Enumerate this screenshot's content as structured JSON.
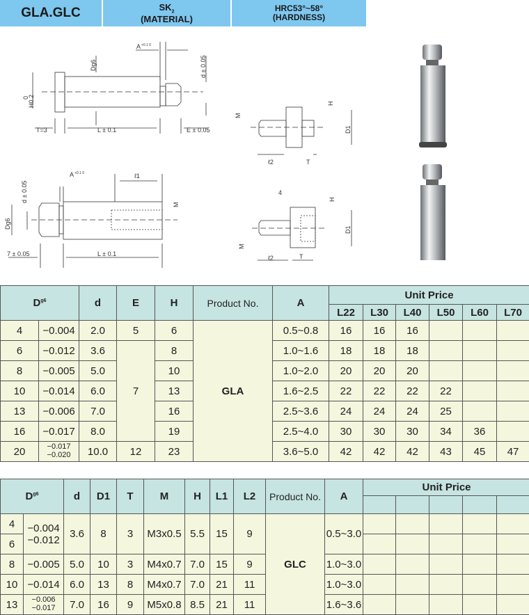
{
  "header": {
    "title": "GLA.GLC",
    "material": "SK",
    "material_sub": "2",
    "material_label": "(MATERIAL)",
    "hardness": "HRC53°~58°",
    "hardness_label": "(HARDNESS)"
  },
  "drawings": {
    "gla_top": {
      "dg6": "Dg6",
      "a": "A",
      "a_tol": "+0.1 0",
      "d": "d ± 0.05",
      "h": "H0.2",
      "h0": "0",
      "t": "T=3",
      "l": "L ± 0.1",
      "e": "E ± 0.05"
    },
    "gla_bottom": {
      "d": "d ± 0.05",
      "a": "A",
      "a_tol": "+0.1 0",
      "l1": "ℓ1",
      "dg6": "Dg6",
      "m": "M",
      "seven": "7 ± 0.05",
      "l": "L ± 0.1"
    },
    "glc_top": {
      "m": "M",
      "h": "H",
      "d1": "D1",
      "l2": "ℓ2",
      "t": "T"
    },
    "glc_bottom": {
      "four": "4",
      "h": "H",
      "d1": "D1",
      "m": "M",
      "l2": "ℓ2",
      "t": "T"
    }
  },
  "table1": {
    "headers": {
      "D": "D",
      "D_sup": "g6",
      "d": "d",
      "E": "E",
      "H": "H",
      "product": "Product No.",
      "A": "A",
      "unit_price": "Unit Price",
      "lengths": [
        "L22",
        "L30",
        "L40",
        "L50",
        "L60",
        "L70"
      ]
    },
    "product": "GLA",
    "e_merged": "7",
    "rows": [
      {
        "D": "4",
        "tol": "−0.004",
        "d": "2.0",
        "E": "5",
        "H": "6",
        "A": "0.5~0.8",
        "p": [
          "16",
          "16",
          "16",
          "",
          "",
          ""
        ]
      },
      {
        "D": "6",
        "tol": "−0.012",
        "d": "3.6",
        "H": "8",
        "A": "1.0~1.6",
        "p": [
          "18",
          "18",
          "18",
          "",
          "",
          ""
        ]
      },
      {
        "D": "8",
        "tol": "−0.005",
        "d": "5.0",
        "H": "10",
        "A": "1.0~2.0",
        "p": [
          "20",
          "20",
          "20",
          "",
          "",
          ""
        ]
      },
      {
        "D": "10",
        "tol": "−0.014",
        "d": "6.0",
        "H": "13",
        "A": "1.6~2.5",
        "p": [
          "22",
          "22",
          "22",
          "22",
          "",
          ""
        ]
      },
      {
        "D": "13",
        "tol": "−0.006",
        "d": "7.0",
        "H": "16",
        "A": "2.5~3.6",
        "p": [
          "24",
          "24",
          "24",
          "25",
          "",
          ""
        ]
      },
      {
        "D": "16",
        "tol": "−0.017",
        "d": "8.0",
        "H": "19",
        "A": "2.5~4.0",
        "p": [
          "30",
          "30",
          "30",
          "34",
          "36",
          ""
        ]
      },
      {
        "D": "20",
        "tol": "−0.017",
        "tol2": "−0.020",
        "d": "10.0",
        "E": "12",
        "H": "23",
        "A": "3.6~5.0",
        "p": [
          "42",
          "42",
          "42",
          "43",
          "45",
          "47"
        ]
      }
    ]
  },
  "table2": {
    "headers": {
      "D": "D",
      "D_sup": "g6",
      "d": "d",
      "D1": "D1",
      "T": "T",
      "M": "M",
      "H": "H",
      "L1": "L1",
      "L2": "L2",
      "product": "Product No.",
      "A": "A",
      "unit_price": "Unit Price"
    },
    "product": "GLC",
    "rows": [
      {
        "D": "4",
        "D_b": "6",
        "tol": "−0.004",
        "tol2": "−0.012",
        "d": "3.6",
        "D1": "8",
        "T": "3",
        "M": "M3x0.5",
        "H": "5.5",
        "L1": "15",
        "L2": "9",
        "A": "0.5~3.0"
      },
      {
        "D": "8",
        "tol": "−0.005",
        "d": "5.0",
        "D1": "10",
        "T": "3",
        "M": "M4x0.7",
        "H": "7.0",
        "L1": "15",
        "L2": "9",
        "A": "1.0~3.0"
      },
      {
        "D": "10",
        "tol": "−0.014",
        "d": "6.0",
        "D1": "13",
        "T": "8",
        "M": "M4x0.7",
        "H": "7.0",
        "L1": "21",
        "L2": "11",
        "A": "1.0~3.0"
      },
      {
        "D": "13",
        "tol": "−0.006",
        "tol2": "−0.017",
        "d": "7.0",
        "D1": "16",
        "T": "9",
        "M": "M5x0.8",
        "H": "8.5",
        "L1": "21",
        "L2": "11",
        "A": "1.6~3.6"
      }
    ]
  }
}
